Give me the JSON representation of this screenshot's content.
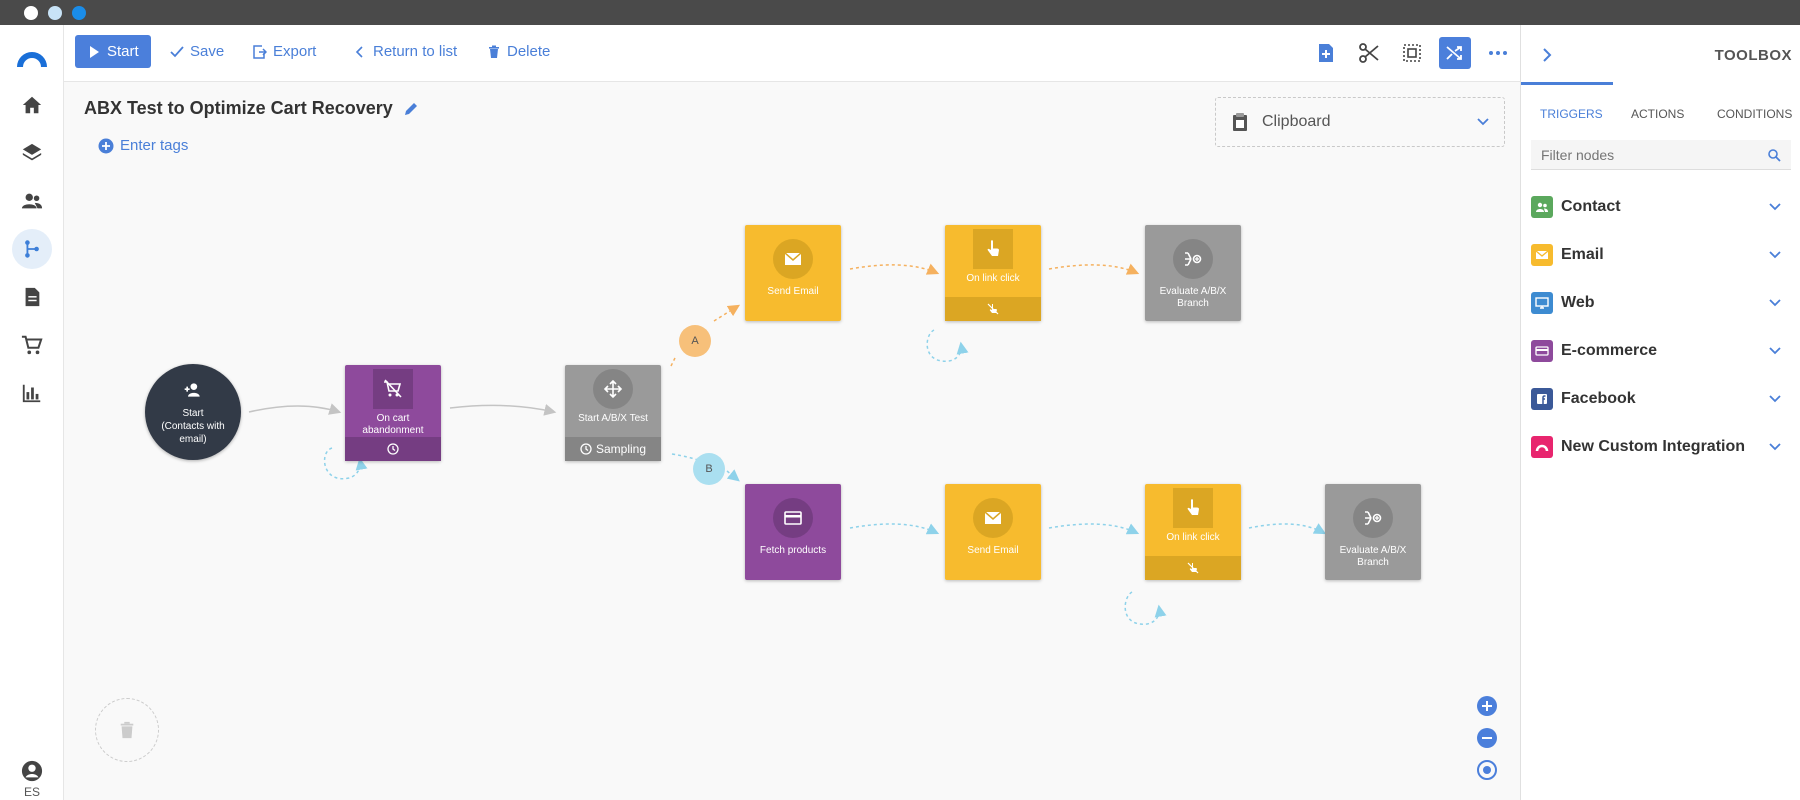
{
  "window": {
    "dots": [
      "close",
      "minimize",
      "maximize"
    ]
  },
  "leftnav": {
    "items": [
      {
        "name": "home-icon",
        "active": false
      },
      {
        "name": "layers-icon",
        "active": false
      },
      {
        "name": "contacts-icon",
        "active": false
      },
      {
        "name": "automation-icon",
        "active": true
      },
      {
        "name": "document-icon",
        "active": false
      },
      {
        "name": "cart-icon",
        "active": false
      },
      {
        "name": "reports-icon",
        "active": false
      }
    ],
    "user_label": "ES"
  },
  "toolbar": {
    "start_label": "Start",
    "save_label": "Save",
    "export_label": "Export",
    "return_label": "Return to list",
    "delete_label": "Delete",
    "right_icons": [
      "add-page-icon",
      "scissors-icon",
      "select-area-icon",
      "shuffle-icon",
      "more-icon"
    ]
  },
  "canvas": {
    "title": "ABX Test to Optimize Cart Recovery",
    "tags_label": "Enter tags",
    "clipboard_label": "Clipboard"
  },
  "nodes": {
    "start": {
      "line1": "Start",
      "line2": "(Contacts with",
      "line3": "email)"
    },
    "cart_abandon": {
      "label": "On cart abandonment"
    },
    "abx_test": {
      "label": "Start A/B/X Test",
      "footer": "Sampling"
    },
    "a_send_email": {
      "label": "Send Email"
    },
    "a_link_click": {
      "label": "On link click"
    },
    "a_evaluate": {
      "label": "Evaluate A/B/X Branch"
    },
    "b_fetch": {
      "label": "Fetch products"
    },
    "b_send_email": {
      "label": "Send Email"
    },
    "b_link_click": {
      "label": "On link click"
    },
    "b_evaluate": {
      "label": "Evaluate A/B/X Branch"
    },
    "branch_a": "A",
    "branch_b": "B"
  },
  "colors": {
    "accent": "#4b7fdb",
    "yellow": "#f7bb2e",
    "purple": "#8e4a9c",
    "gray": "#9a9a9a",
    "start": "#323a47",
    "branch_a": "#f7c07a",
    "branch_b": "#aadff0"
  },
  "toolbox": {
    "title": "TOOLBOX",
    "tabs": [
      {
        "label": "TRIGGERS",
        "active": true
      },
      {
        "label": "ACTIONS",
        "active": false
      },
      {
        "label": "CONDITIONS",
        "active": false
      }
    ],
    "filter_placeholder": "Filter nodes",
    "categories": [
      {
        "label": "Contact",
        "color": "#5ba85d",
        "icon": "contacts-icon"
      },
      {
        "label": "Email",
        "color": "#f7bb2e",
        "icon": "email-icon"
      },
      {
        "label": "Web",
        "color": "#3d8bd1",
        "icon": "monitor-icon"
      },
      {
        "label": "E-commerce",
        "color": "#8e4a9c",
        "icon": "card-icon"
      },
      {
        "label": "Facebook",
        "color": "#3b5998",
        "icon": "facebook-icon"
      },
      {
        "label": "New Custom Integration",
        "color": "#e8256e",
        "icon": "integration-icon"
      }
    ]
  }
}
